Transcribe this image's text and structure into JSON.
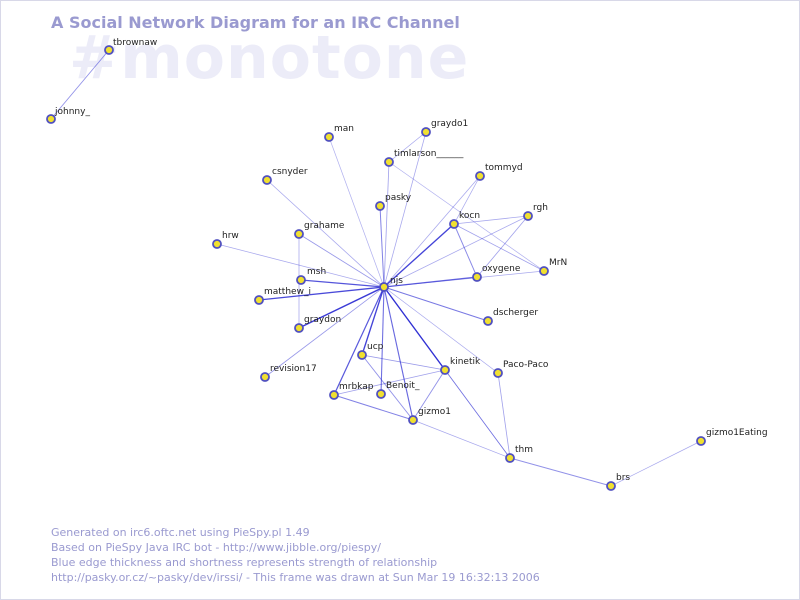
{
  "title": "A Social Network Diagram for an IRC Channel",
  "channel": "#monotone",
  "colors": {
    "background": "#ffffff",
    "title": "#9a9ad0",
    "watermark": "#ececf8",
    "edge": "#2020d0",
    "node_fill": "#f0e030",
    "node_stroke": "#5050c0",
    "label": "#222222"
  },
  "nodes": [
    {
      "id": "tbrownaw"
    },
    {
      "id": "johnny_"
    },
    {
      "id": "man"
    },
    {
      "id": "graydo1"
    },
    {
      "id": "timlarson______"
    },
    {
      "id": "csnyder"
    },
    {
      "id": "tommyd"
    },
    {
      "id": "pasky"
    },
    {
      "id": "rgh"
    },
    {
      "id": "kocn"
    },
    {
      "id": "grahame"
    },
    {
      "id": "hrw"
    },
    {
      "id": "MrN"
    },
    {
      "id": "oxygene"
    },
    {
      "id": "msh"
    },
    {
      "id": "njs"
    },
    {
      "id": "matthew_i"
    },
    {
      "id": "dscherger"
    },
    {
      "id": "graydon"
    },
    {
      "id": "ucp"
    },
    {
      "id": "kinetik"
    },
    {
      "id": "Paco-Paco"
    },
    {
      "id": "revision17"
    },
    {
      "id": "mrbkap"
    },
    {
      "id": "Benoit_"
    },
    {
      "id": "gizmo1"
    },
    {
      "id": "gizmo1Eating"
    },
    {
      "id": "thm"
    },
    {
      "id": "brs"
    }
  ],
  "edges": [
    {
      "source": "tbrownaw",
      "target": "johnny_",
      "strength": 0.35
    },
    {
      "source": "njs",
      "target": "man",
      "strength": 0.15
    },
    {
      "source": "njs",
      "target": "graydo1",
      "strength": 0.2
    },
    {
      "source": "njs",
      "target": "timlarson______",
      "strength": 0.25
    },
    {
      "source": "njs",
      "target": "csnyder",
      "strength": 0.2
    },
    {
      "source": "njs",
      "target": "tommyd",
      "strength": 0.2
    },
    {
      "source": "njs",
      "target": "pasky",
      "strength": 0.45
    },
    {
      "source": "njs",
      "target": "kocn",
      "strength": 0.85
    },
    {
      "source": "njs",
      "target": "rgh",
      "strength": 0.2
    },
    {
      "source": "njs",
      "target": "grahame",
      "strength": 0.3
    },
    {
      "source": "njs",
      "target": "hrw",
      "strength": 0.2
    },
    {
      "source": "njs",
      "target": "msh",
      "strength": 0.75
    },
    {
      "source": "njs",
      "target": "matthew_i",
      "strength": 0.8
    },
    {
      "source": "njs",
      "target": "graydon",
      "strength": 0.9
    },
    {
      "source": "njs",
      "target": "oxygene",
      "strength": 0.6
    },
    {
      "source": "njs",
      "target": "dscherger",
      "strength": 0.5
    },
    {
      "source": "njs",
      "target": "ucp",
      "strength": 0.85
    },
    {
      "source": "njs",
      "target": "kinetik",
      "strength": 0.9
    },
    {
      "source": "njs",
      "target": "revision17",
      "strength": 0.3
    },
    {
      "source": "njs",
      "target": "mrbkap",
      "strength": 0.7
    },
    {
      "source": "njs",
      "target": "Benoit_",
      "strength": 0.55
    },
    {
      "source": "njs",
      "target": "gizmo1",
      "strength": 0.6
    },
    {
      "source": "njs",
      "target": "Paco-Paco",
      "strength": 0.2
    },
    {
      "source": "njs",
      "target": "MrN",
      "strength": 0.2
    },
    {
      "source": "njs",
      "target": "thm",
      "strength": 0.25
    },
    {
      "source": "kocn",
      "target": "oxygene",
      "strength": 0.4
    },
    {
      "source": "kocn",
      "target": "MrN",
      "strength": 0.25
    },
    {
      "source": "kocn",
      "target": "rgh",
      "strength": 0.2
    },
    {
      "source": "kocn",
      "target": "tommyd",
      "strength": 0.2
    },
    {
      "source": "oxygene",
      "target": "rgh",
      "strength": 0.25
    },
    {
      "source": "timlarson______",
      "target": "graydo1",
      "strength": 0.2
    },
    {
      "source": "timlarson______",
      "target": "MrN",
      "strength": 0.15
    },
    {
      "source": "grahame",
      "target": "graydon",
      "strength": 0.2
    },
    {
      "source": "ucp",
      "target": "gizmo1",
      "strength": 0.35
    },
    {
      "source": "ucp",
      "target": "kinetik",
      "strength": 0.3
    },
    {
      "source": "mrbkap",
      "target": "gizmo1",
      "strength": 0.45
    },
    {
      "source": "mrbkap",
      "target": "kinetik",
      "strength": 0.25
    },
    {
      "source": "kinetik",
      "target": "gizmo1",
      "strength": 0.35
    },
    {
      "source": "kinetik",
      "target": "thm",
      "strength": 0.2
    },
    {
      "source": "gizmo1",
      "target": "thm",
      "strength": 0.2
    },
    {
      "source": "Paco-Paco",
      "target": "thm",
      "strength": 0.25
    },
    {
      "source": "thm",
      "target": "brs",
      "strength": 0.35
    },
    {
      "source": "brs",
      "target": "gizmo1Eating",
      "strength": 0.2
    }
  ],
  "footer": [
    "Generated on irc6.oftc.net using PieSpy.pl 1.49",
    "Based on PieSpy Java IRC bot - http://www.jibble.org/piespy/",
    "Blue edge thickness and shortness represents strength of relationship",
    "http://pasky.or.cz/~pasky/dev/irssi/ - This frame was drawn at Sun Mar 19 16:32:13 2006"
  ]
}
